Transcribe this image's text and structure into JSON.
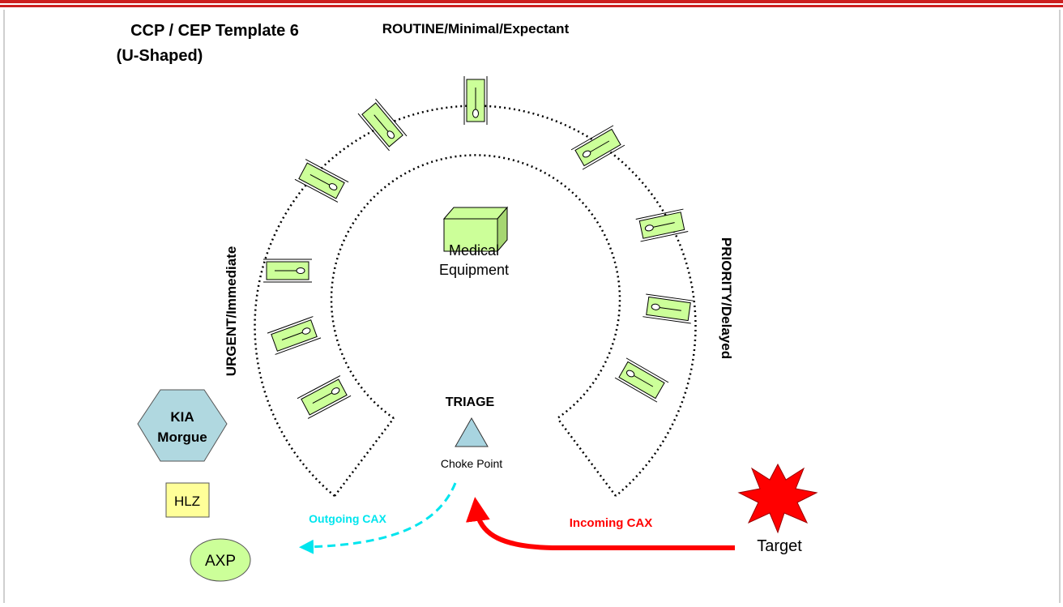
{
  "title": {
    "line1": "CCP / CEP Template 6",
    "line2": "(U-Shaped)"
  },
  "labels": {
    "top_arc": "ROUTINE/Minimal/Expectant",
    "left_arc": "URGENT/Immediate",
    "right_arc": "PRIORITY/Delayed",
    "equipment_line1": "Medical",
    "equipment_line2": "Equipment",
    "triage": "TRIAGE",
    "choke_point": "Choke Point",
    "kia_line1": "KIA",
    "kia_line2": "Morgue",
    "hlz": "HLZ",
    "axp": "AXP",
    "outgoing": "Outgoing CAX",
    "incoming": "Incoming CAX",
    "target": "Target"
  },
  "colors": {
    "header_red": "#cc1f1f",
    "litter_green": "#ccff99",
    "equipment_green": "#ccff99",
    "triage_blue": "#a8d4e0",
    "kia_blue": "#b0d8e0",
    "hlz_yellow": "#ffff99",
    "axp_green": "#ccff99",
    "outgoing_cyan": "#00e5ee",
    "incoming_red": "#ff0000",
    "target_red": "#ff0000"
  },
  "icons": {
    "litter": "stretcher-icon",
    "equipment": "box-icon",
    "triage": "triangle-icon",
    "kia": "hexagon-icon",
    "target": "explosion-icon"
  }
}
